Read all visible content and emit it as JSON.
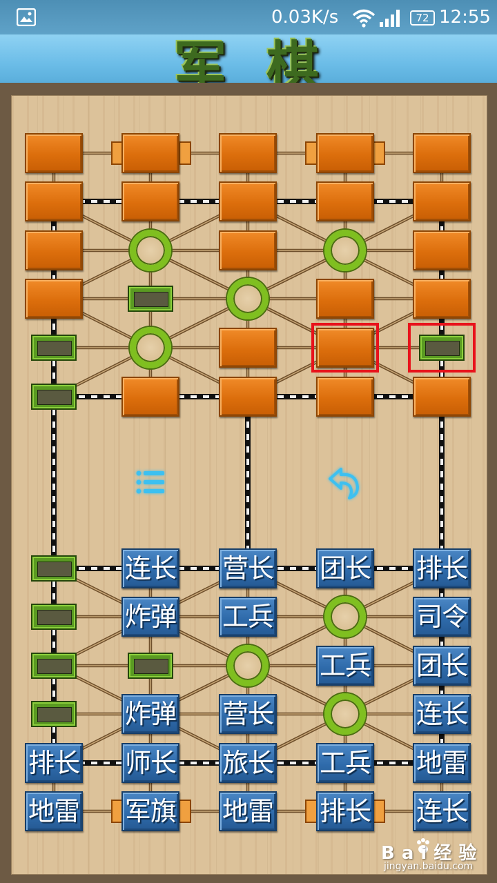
{
  "status_bar": {
    "net_speed": "0.03K/s",
    "battery": "72",
    "time": "12:55",
    "icons": [
      "gallery-notification-icon",
      "wifi-icon",
      "signal-icon",
      "battery-icon"
    ]
  },
  "title": {
    "text": "军 棋",
    "chars": [
      "军",
      "棋"
    ]
  },
  "board": {
    "columns": 5,
    "top_half": [
      [
        "hidden",
        "hidden",
        "hidden",
        "hidden",
        "hidden"
      ],
      [
        "hidden",
        "hidden",
        "hidden",
        "hidden",
        "hidden"
      ],
      [
        "hidden",
        "camp",
        "hidden",
        "camp",
        "hidden"
      ],
      [
        "hidden",
        "empty",
        "camp",
        "hidden",
        "hidden"
      ],
      [
        "empty",
        "camp",
        "hidden",
        "hidden",
        "empty"
      ],
      [
        "empty",
        "hidden",
        "hidden",
        "hidden",
        "hidden"
      ]
    ],
    "bottom_half": [
      [
        "empty",
        "连长",
        "营长",
        "团长",
        "排长"
      ],
      [
        "empty",
        "炸弹",
        "工兵",
        "camp",
        "司令"
      ],
      [
        "empty",
        "empty",
        "camp",
        "工兵",
        "团长"
      ],
      [
        "empty",
        "炸弹",
        "营长",
        "camp",
        "连长"
      ],
      [
        "排长",
        "师长",
        "旅长",
        "工兵",
        "地雷"
      ],
      [
        "地雷",
        "军旗",
        "地雷",
        "排长",
        "连长"
      ]
    ],
    "highlights": [
      {
        "half": "top",
        "row": 4,
        "col": 3
      },
      {
        "half": "top",
        "row": 4,
        "col": 4
      }
    ]
  },
  "controls": {
    "menu_icon": "menu-icon",
    "undo_icon": "undo-icon"
  },
  "watermark": {
    "brand": "Bai经验",
    "url": "jingyan.baidu.com"
  },
  "colors": {
    "hidden_piece": "#dc6e0c",
    "own_piece": "#2f6bab",
    "highlight": "#e8121b",
    "camp": "#7fbf20",
    "post": "#5a9a22"
  }
}
